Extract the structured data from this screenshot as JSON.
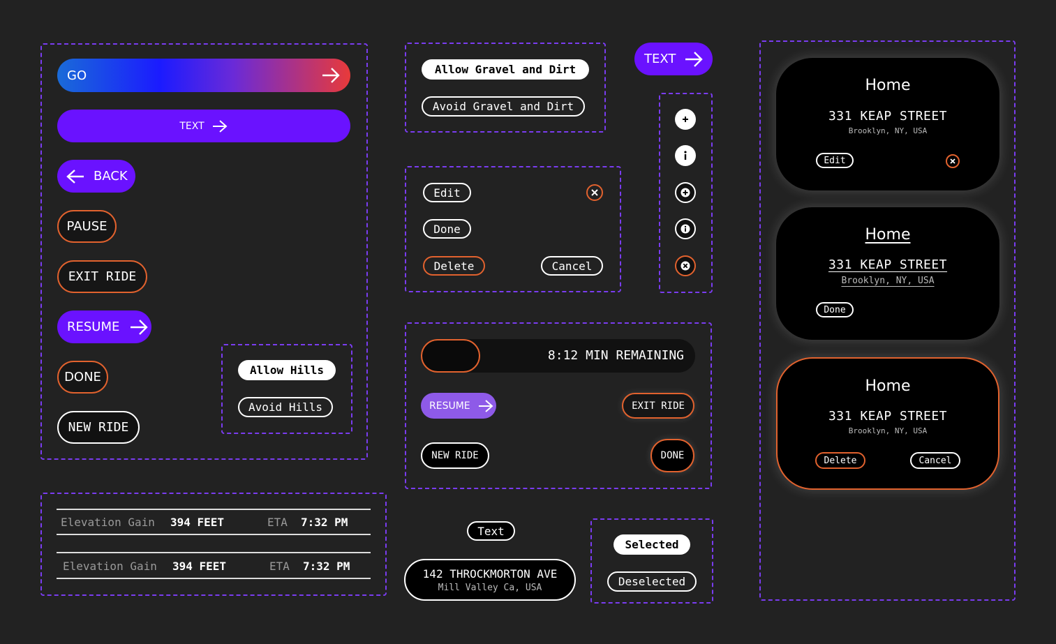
{
  "colors": {
    "background": "#222222",
    "accent_purple": "#6a12ff",
    "accent_orange": "#e2622e",
    "dashed_border": "#7a3cf0"
  },
  "primary_buttons": {
    "go_label": "GO",
    "text_wide_label": "TEXT",
    "back_label": "BACK",
    "pause_label": "PAUSE",
    "exit_ride_label": "EXIT RIDE",
    "resume_label": "RESUME",
    "done_label": "DONE",
    "new_ride_label": "NEW RIDE"
  },
  "hills_toggle": {
    "allow": "Allow Hills",
    "avoid": "Avoid Hills"
  },
  "gravel_toggle": {
    "allow": "Allow Gravel and Dirt",
    "avoid": "Avoid Gravel and Dirt"
  },
  "text_button_top": "TEXT",
  "edit_actions": {
    "edit": "Edit",
    "done": "Done",
    "delete": "Delete",
    "cancel": "Cancel"
  },
  "icon_buttons": [
    "plus-small-icon",
    "info-filled-icon",
    "plus-outline-icon",
    "info-outline-icon",
    "close-orange-icon"
  ],
  "ride_panel": {
    "remaining": "8:12 MIN REMAINING",
    "progress_fraction": 0.2,
    "resume": "RESUME",
    "exit_ride": "EXIT RIDE",
    "new_ride": "NEW RIDE",
    "done": "DONE"
  },
  "stats": [
    {
      "label": "Elevation Gain",
      "value": "394 FEET",
      "eta_label": "ETA",
      "eta_value": "7:32 PM"
    },
    {
      "label": "Elevation Gain",
      "value": "394 FEET",
      "eta_label": "ETA",
      "eta_value": "7:32 PM"
    }
  ],
  "address_chip": {
    "text_label": "Text",
    "street": "142 THROCKMORTON AVE",
    "city": "Mill Valley Ca, USA"
  },
  "selection": {
    "selected": "Selected",
    "deselected": "Deselected"
  },
  "cards": [
    {
      "title": "Home",
      "street": "331 KEAP STREET",
      "city": "Brooklyn, NY, USA",
      "action": "Edit"
    },
    {
      "title": "Home",
      "street": "331 KEAP STREET",
      "city": "Brooklyn, NY, USA",
      "action": "Done"
    },
    {
      "title": "Home",
      "street": "331 KEAP STREET",
      "city": "Brooklyn, NY, USA",
      "delete": "Delete",
      "cancel": "Cancel"
    }
  ]
}
